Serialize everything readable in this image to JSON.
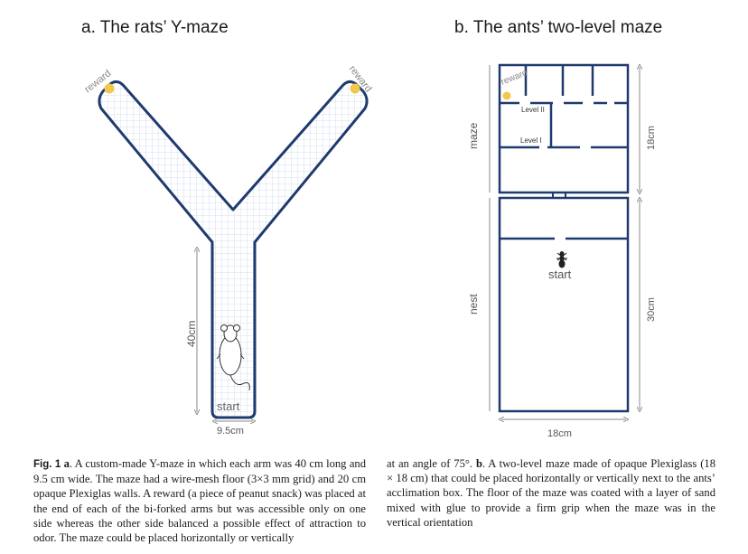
{
  "panel_a": {
    "title": "a. The rats’ Y-maze",
    "reward_left": "reward",
    "reward_right": "reward",
    "start": "start",
    "height_label": "40cm",
    "width_label": "9.5cm"
  },
  "panel_b": {
    "title": "b. The ants’ two-level maze",
    "reward": "reward",
    "level2": "Level II",
    "level1": "Level I",
    "maze_label": "maze",
    "nest_label": "nest",
    "start": "start",
    "maze_height": "18cm",
    "nest_height": "30cm",
    "width_label": "18cm"
  },
  "caption": {
    "fig_label": "Fig. 1",
    "a_letter": "a",
    "a_text": ". A custom-made Y-maze in which each arm was 40 cm long and 9.5 cm wide. The maze had a wire-mesh floor (3×3 mm grid) and 20 cm opaque Plexiglas walls. A reward (a piece of peanut snack) was placed at the end of each of the bi-forked arms but was accessible only on one side whereas the other side balanced a possible effect of attraction to odor. The maze could be placed horizontally or vertically at an angle of 75°. ",
    "b_letter": "b",
    "b_text": ". A two-level maze made of opaque Plexiglass (18 × 18 cm) that could be placed horizontally or vertically next to the ants’ acclimation box. The floor of the maze was coated with a layer of sand mixed with glue to provide a firm grip when the maze was in the vertical orientation"
  },
  "colors": {
    "maze_outline": "#1f3a6e",
    "mesh": "#c8d6ee",
    "reward_dot": "#f2c84b",
    "dim_line": "#888888"
  }
}
